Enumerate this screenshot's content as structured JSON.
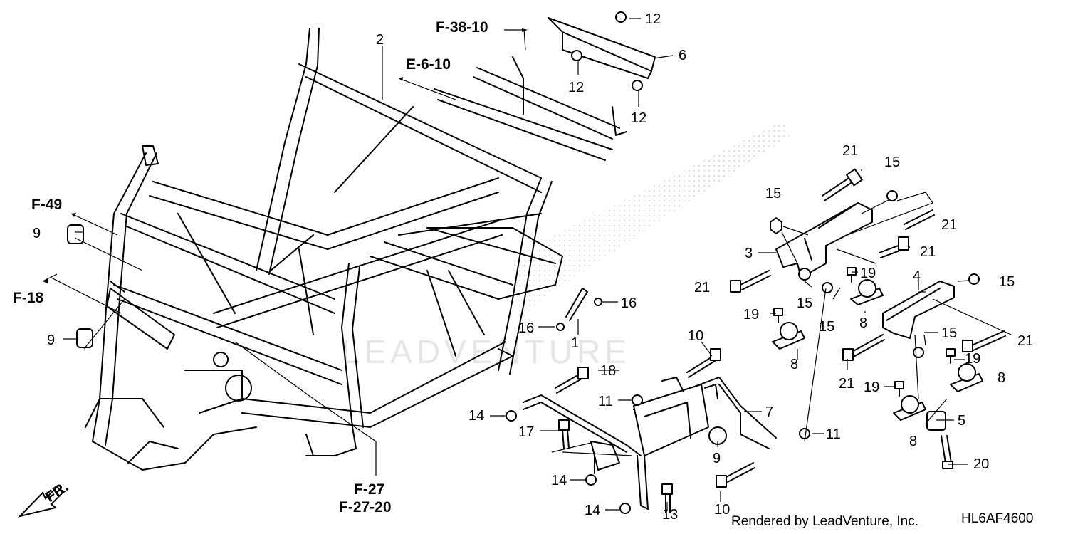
{
  "diagram": {
    "callouts": [
      {
        "id": "c1",
        "label": "1"
      },
      {
        "id": "c2",
        "label": "2"
      },
      {
        "id": "c3",
        "label": "3"
      },
      {
        "id": "c4",
        "label": "4"
      },
      {
        "id": "c5",
        "label": "5"
      },
      {
        "id": "c6",
        "label": "6"
      },
      {
        "id": "c7",
        "label": "7"
      },
      {
        "id": "c8a",
        "label": "8"
      },
      {
        "id": "c8b",
        "label": "8"
      },
      {
        "id": "c8c",
        "label": "8"
      },
      {
        "id": "c8d",
        "label": "8"
      },
      {
        "id": "c9a",
        "label": "9"
      },
      {
        "id": "c9b",
        "label": "9"
      },
      {
        "id": "c9c",
        "label": "9"
      },
      {
        "id": "c10a",
        "label": "10"
      },
      {
        "id": "c10b",
        "label": "10"
      },
      {
        "id": "c11a",
        "label": "11"
      },
      {
        "id": "c11b",
        "label": "11"
      },
      {
        "id": "c12a",
        "label": "12"
      },
      {
        "id": "c12b",
        "label": "12"
      },
      {
        "id": "c12c",
        "label": "12"
      },
      {
        "id": "c13",
        "label": "13"
      },
      {
        "id": "c14a",
        "label": "14"
      },
      {
        "id": "c14b",
        "label": "14"
      },
      {
        "id": "c14c",
        "label": "14"
      },
      {
        "id": "c15a",
        "label": "15"
      },
      {
        "id": "c15b",
        "label": "15"
      },
      {
        "id": "c15c",
        "label": "15"
      },
      {
        "id": "c15d",
        "label": "15"
      },
      {
        "id": "c15e",
        "label": "15"
      },
      {
        "id": "c15f",
        "label": "15"
      },
      {
        "id": "c16a",
        "label": "16"
      },
      {
        "id": "c16b",
        "label": "16"
      },
      {
        "id": "c17",
        "label": "17"
      },
      {
        "id": "c18",
        "label": "18"
      },
      {
        "id": "c19a",
        "label": "19"
      },
      {
        "id": "c19b",
        "label": "19"
      },
      {
        "id": "c19c",
        "label": "19"
      },
      {
        "id": "c19d",
        "label": "19"
      },
      {
        "id": "c20",
        "label": "20"
      },
      {
        "id": "c21a",
        "label": "21"
      },
      {
        "id": "c21b",
        "label": "21"
      },
      {
        "id": "c21c",
        "label": "21"
      },
      {
        "id": "c21d",
        "label": "21"
      },
      {
        "id": "c21e",
        "label": "21"
      },
      {
        "id": "c21f",
        "label": "21"
      }
    ],
    "references": [
      {
        "id": "r1",
        "label": "F-38-10"
      },
      {
        "id": "r2",
        "label": "E-6-10"
      },
      {
        "id": "r3",
        "label": "F-49"
      },
      {
        "id": "r4",
        "label": "F-18"
      },
      {
        "id": "r5",
        "label": "F-27"
      },
      {
        "id": "r6",
        "label": "F-27-20"
      }
    ],
    "front_indicator": "FR.",
    "footer_credit": "Rendered by LeadVenture, Inc.",
    "diagram_code": "HL6AF4600"
  }
}
